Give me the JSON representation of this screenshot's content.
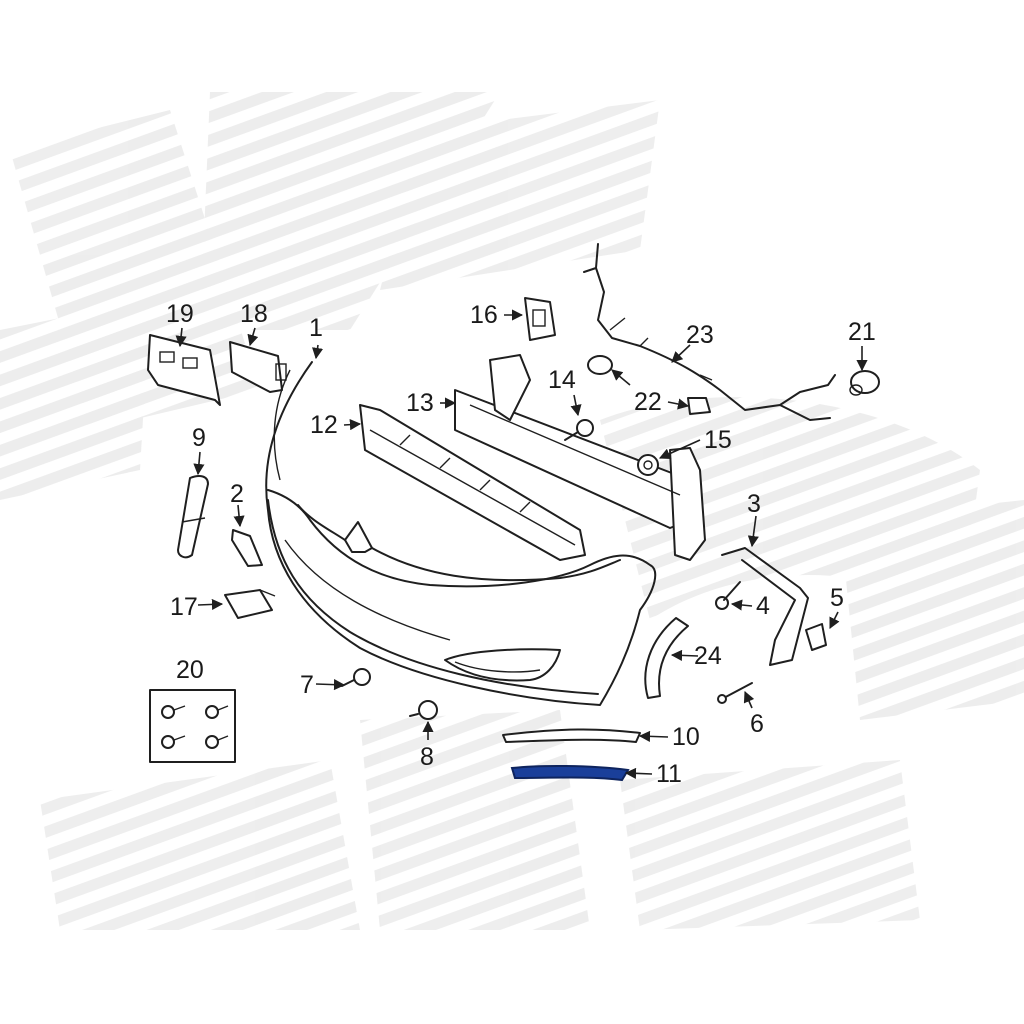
{
  "diagram": {
    "type": "exploded-parts-diagram",
    "colors": {
      "line": "#1f1f1f",
      "background": "#ffffff",
      "watermark": "#e9e9e9",
      "highlight": "#1a3f9a"
    },
    "callouts": [
      {
        "id": "1",
        "label": "1"
      },
      {
        "id": "2",
        "label": "2"
      },
      {
        "id": "3",
        "label": "3"
      },
      {
        "id": "4",
        "label": "4"
      },
      {
        "id": "5",
        "label": "5"
      },
      {
        "id": "6",
        "label": "6"
      },
      {
        "id": "7",
        "label": "7"
      },
      {
        "id": "8",
        "label": "8"
      },
      {
        "id": "9",
        "label": "9"
      },
      {
        "id": "10",
        "label": "10"
      },
      {
        "id": "11",
        "label": "11"
      },
      {
        "id": "12",
        "label": "12"
      },
      {
        "id": "13",
        "label": "13"
      },
      {
        "id": "14",
        "label": "14"
      },
      {
        "id": "15",
        "label": "15"
      },
      {
        "id": "16",
        "label": "16"
      },
      {
        "id": "17",
        "label": "17"
      },
      {
        "id": "18",
        "label": "18"
      },
      {
        "id": "19",
        "label": "19"
      },
      {
        "id": "20",
        "label": "20"
      },
      {
        "id": "21",
        "label": "21"
      },
      {
        "id": "22",
        "label": "22"
      },
      {
        "id": "23",
        "label": "23"
      },
      {
        "id": "24",
        "label": "24"
      }
    ],
    "highlighted_part": "11"
  }
}
